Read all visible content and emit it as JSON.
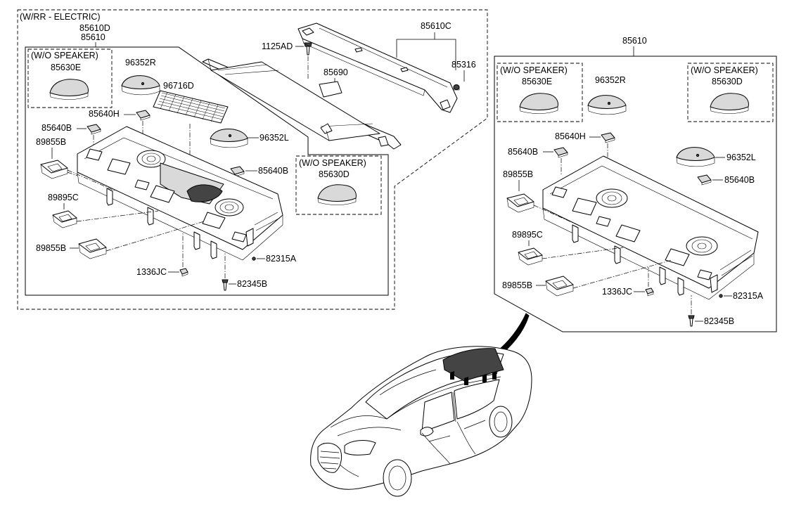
{
  "diagram": {
    "group_labels": {
      "electric_variant": "(W/RR - ELECTRIC)",
      "wo_speaker_1": "(W/O SPEAKER)",
      "wo_speaker_2": "(W/O SPEAKER)",
      "wo_speaker_3": "(W/O SPEAKER)",
      "wo_speaker_4": "(W/O SPEAKER)"
    },
    "left_panel": {
      "p85610D": "85610D",
      "p85610": "85610",
      "p85630E": "85630E",
      "p96352R": "96352R",
      "p96716D": "96716D",
      "p85640H": "85640H",
      "p85640B_top": "85640B",
      "p89855B_top": "89855B",
      "p89895C": "89895C",
      "p89855B_bottom": "89855B",
      "p96352L": "96352L",
      "p85640B_right": "85640B",
      "p85630D": "85630D",
      "p1336JC": "1336JC",
      "p82345B": "82345B",
      "p82315A": "82315A"
    },
    "cover_assembly": {
      "p1125AD": "1125AD",
      "p85690": "85690",
      "p85610C": "85610C",
      "p85316": "85316"
    },
    "right_panel": {
      "p85610": "85610",
      "p85630E": "85630E",
      "p96352R": "96352R",
      "p85630D": "85630D",
      "p85640H": "85640H",
      "p85640B_left": "85640B",
      "p96352L": "96352L",
      "p85640B_right": "85640B",
      "p89855B_top": "89855B",
      "p89895C": "89895C",
      "p89855B_bottom": "89855B",
      "p1336JC": "1336JC",
      "p82315A": "82315A",
      "p82345B": "82345B"
    }
  }
}
